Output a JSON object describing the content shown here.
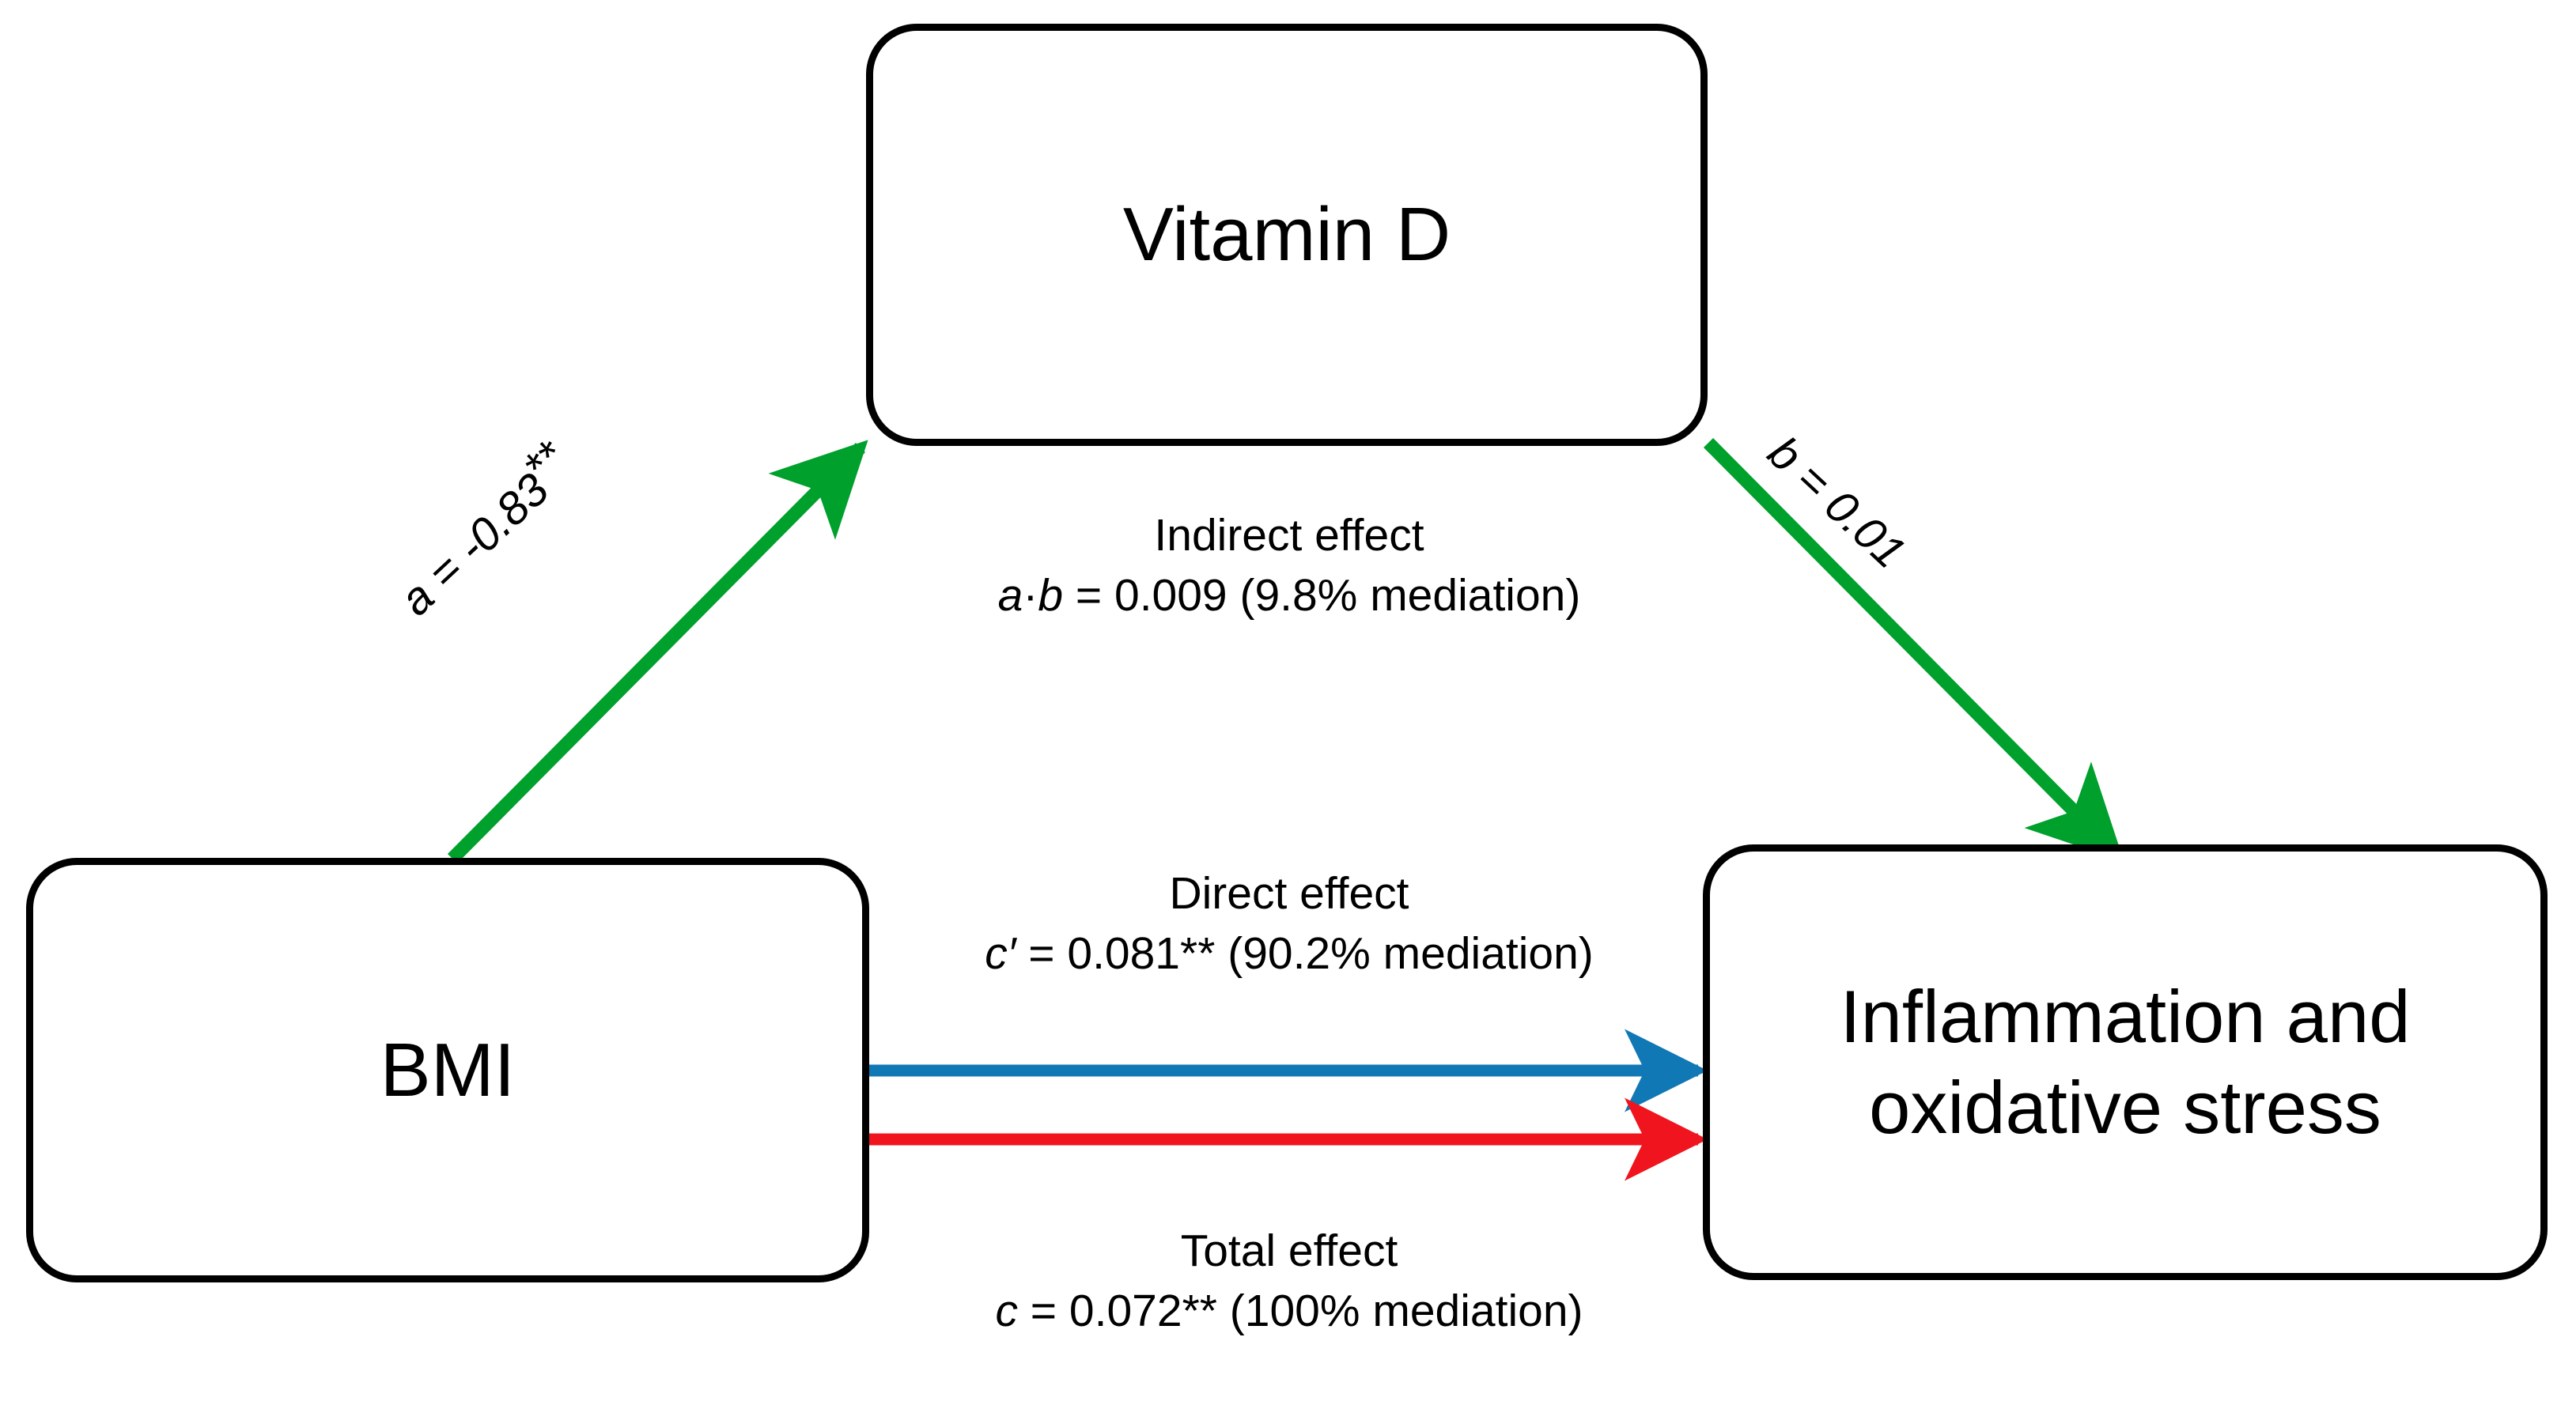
{
  "diagram": {
    "type": "mediation-model",
    "background_color": "#ffffff",
    "nodes": [
      {
        "id": "bmi",
        "label": "BMI",
        "role": "predictor"
      },
      {
        "id": "vitamin_d",
        "label": "Vitamin D",
        "role": "mediator"
      },
      {
        "id": "outcome",
        "label": "Inflammation and\noxidative stress",
        "role": "outcome"
      }
    ],
    "paths": [
      {
        "id": "path-a",
        "from": "bmi",
        "to": "vitamin_d",
        "color": "#00a02c",
        "label": "a = -0.83",
        "coefficient_symbol": "a",
        "coefficient": "-0.83",
        "significance": "**"
      },
      {
        "id": "path-b",
        "from": "vitamin_d",
        "to": "outcome",
        "color": "#00a02c",
        "label": "b = 0.01",
        "coefficient_symbol": "b",
        "coefficient": "0.01",
        "significance": ""
      },
      {
        "id": "path-c-prime",
        "from": "bmi",
        "to": "outcome",
        "color": "#1079b5",
        "title": "Direct effect",
        "coefficient_symbol": "c′",
        "coefficient": "0.081",
        "significance": "**",
        "mediation": "90.2% mediation",
        "value_text": " = 0.081** (90.2% mediation)"
      },
      {
        "id": "path-c",
        "from": "bmi",
        "to": "outcome",
        "color": "#f0141e",
        "title": "Total effect",
        "coefficient_symbol": "c",
        "coefficient": "0.072",
        "significance": "**",
        "mediation": "100% mediation",
        "value_text": " = 0.072** (100% mediation)"
      }
    ],
    "indirect_effect": {
      "title": "Indirect effect",
      "symbol_a": "a",
      "dot": "·",
      "symbol_b": "b",
      "value_text": " = 0.009 (9.8% mediation)",
      "coefficient": "0.009",
      "mediation": "9.8% mediation"
    },
    "colors": {
      "green": "#00a02c",
      "blue": "#1079b5",
      "red": "#f0141e",
      "outline": "#000000"
    }
  }
}
